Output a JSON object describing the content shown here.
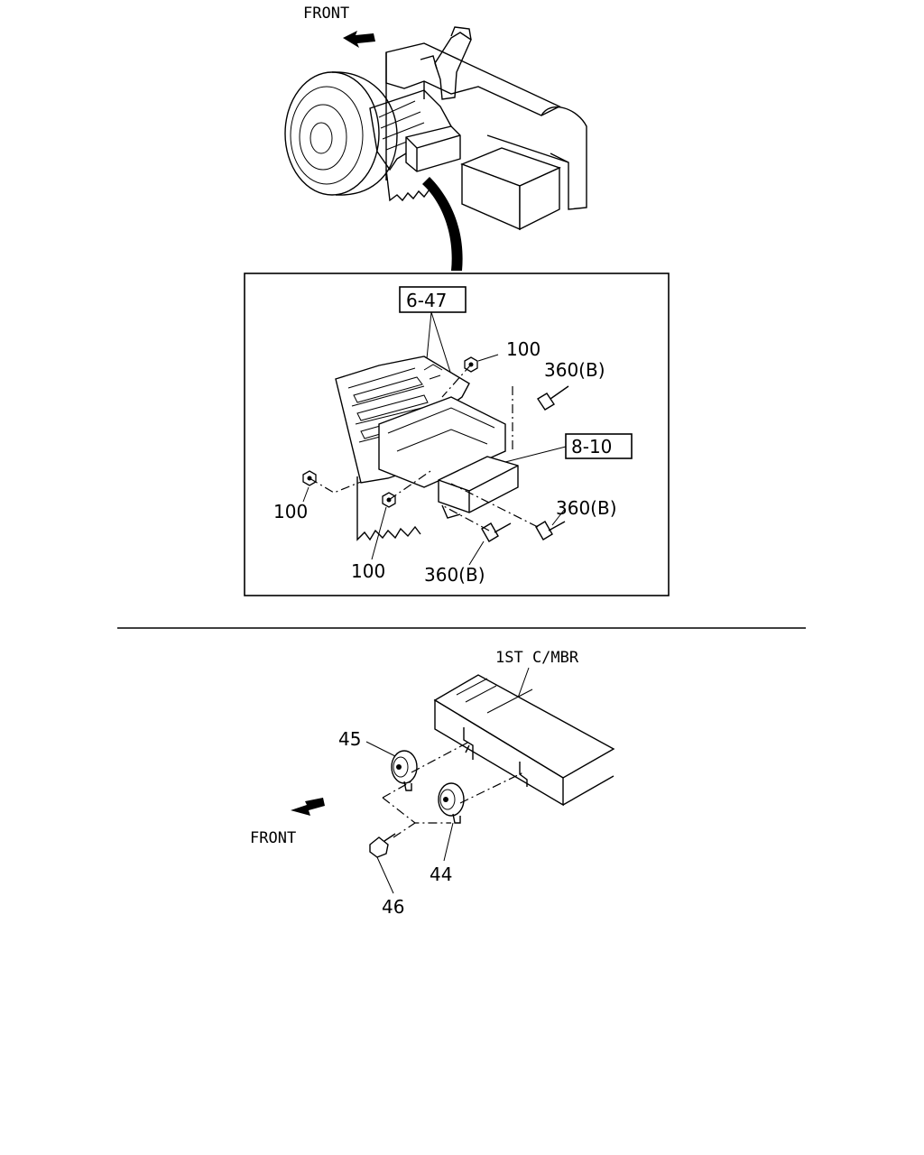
{
  "top_view": {
    "front_label": "FRONT"
  },
  "detail_box": {
    "ref_top": "6-47",
    "ref_mid": "8-10",
    "callouts": {
      "nut_top": "100",
      "nut_left": "100",
      "nut_bottom": "100",
      "bolt_top": "360(B)",
      "bolt_right": "360(B)",
      "bolt_bottom": "360(B)"
    }
  },
  "bottom_view": {
    "member_label": "1ST C/MBR",
    "front_label": "FRONT",
    "callouts": {
      "horn_upper": "45",
      "horn_lower": "44",
      "bolt": "46"
    }
  }
}
